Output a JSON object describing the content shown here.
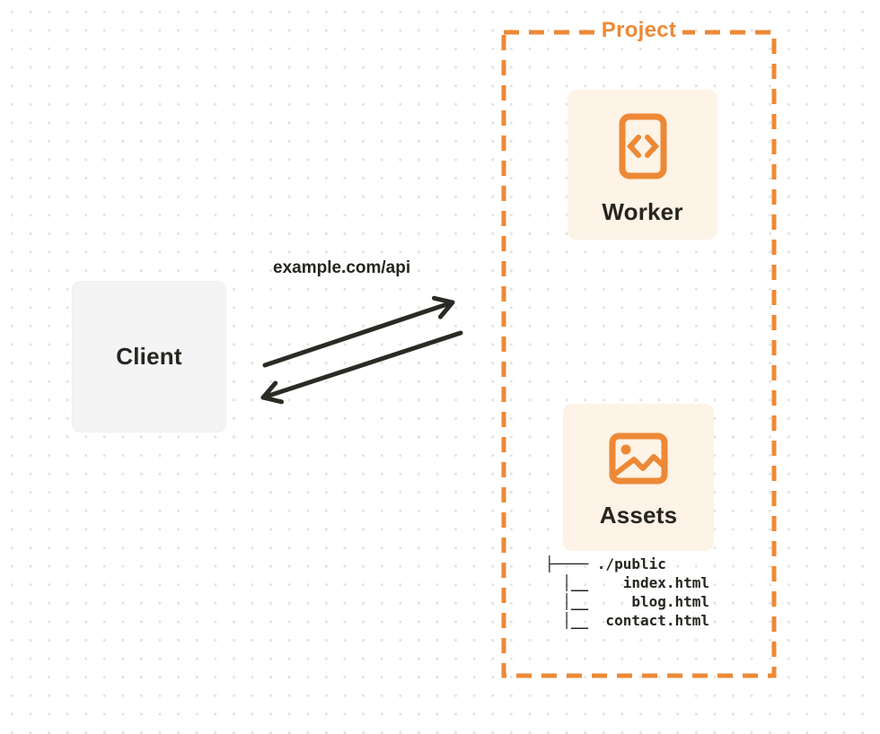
{
  "diagram": {
    "client": {
      "label": "Client"
    },
    "request": {
      "label": "example.com/api"
    },
    "project": {
      "title": "Project",
      "worker_card": {
        "label": "Worker",
        "icon": "code-file-icon"
      },
      "assets_card": {
        "label": "Assets",
        "icon": "image-icon"
      },
      "file_tree": {
        "lines": [
          "├──── ./public",
          "  │__    index.html",
          "  │__     blog.html",
          "  │__  contact.html"
        ]
      }
    },
    "colors": {
      "accent_orange": "#ED8936",
      "card_cream": "#FDF3E6",
      "ink_dark": "#26251F",
      "arrow_dark": "#2B2A24",
      "client_gray": "#F4F4F5",
      "grid_dot": "#E3E3E3",
      "background": "#FFFFFF"
    }
  }
}
